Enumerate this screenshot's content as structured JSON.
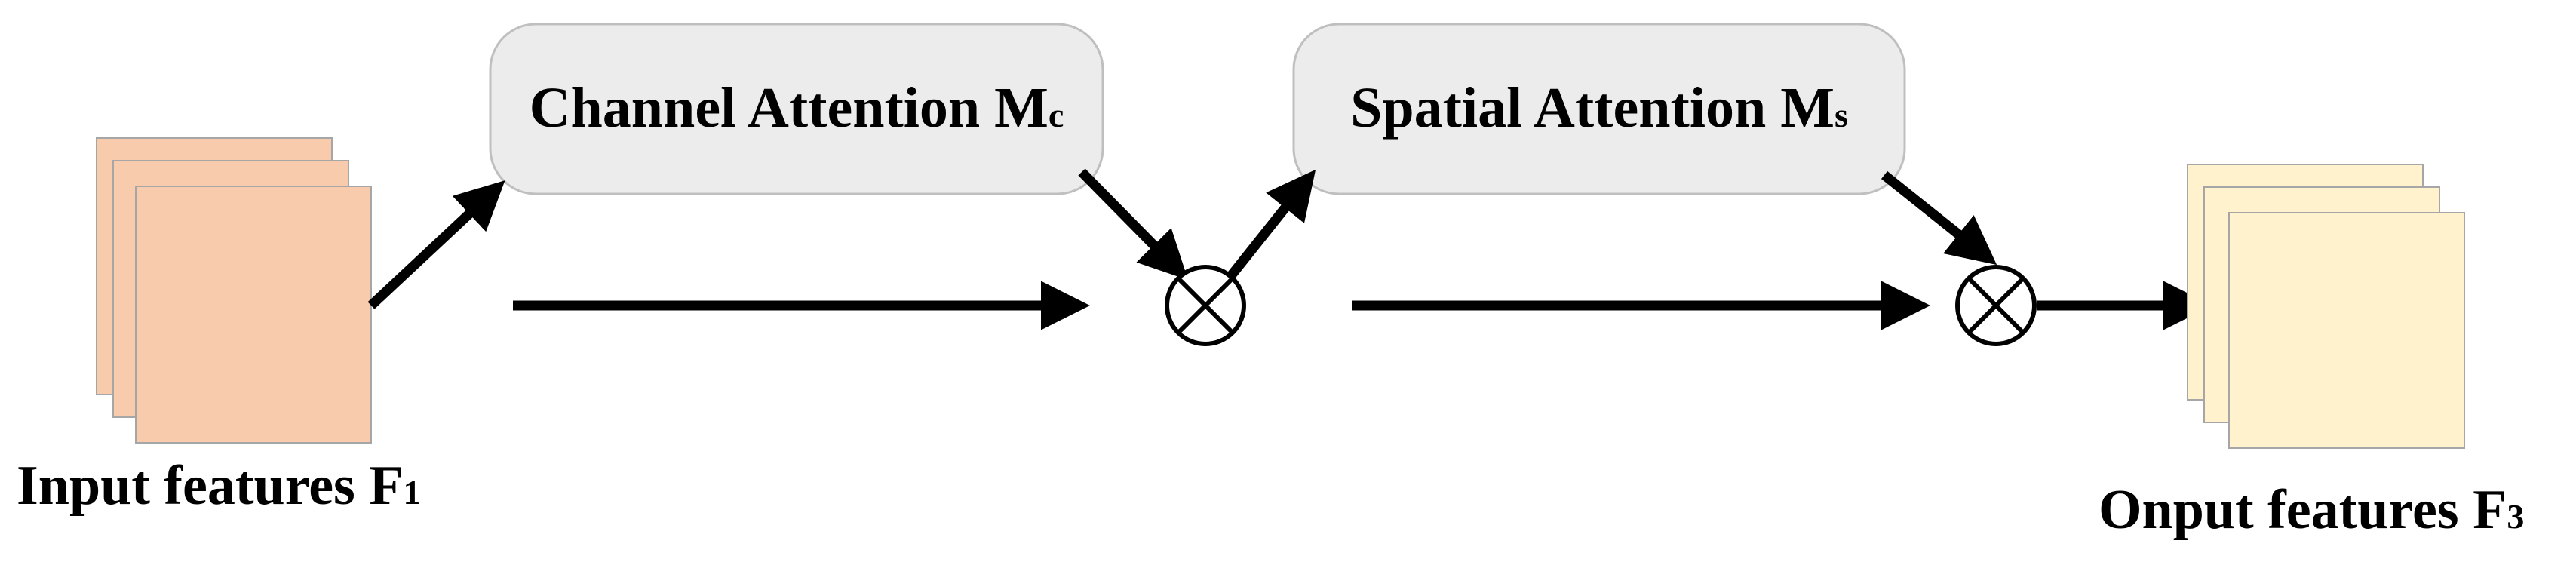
{
  "input": {
    "label": "Input features F",
    "subscript": "1",
    "color": "#f8cbad"
  },
  "channel_attention": {
    "label": "Channel Attention M",
    "subscript": "c"
  },
  "spatial_attention": {
    "label": "Spatial Attention M",
    "subscript": "s"
  },
  "output": {
    "label": "Onput features F",
    "subscript": "3",
    "color": "#fff2cc"
  },
  "colors": {
    "box_fill": "#ececec",
    "box_stroke": "#bfbfbf",
    "line": "#000000"
  }
}
